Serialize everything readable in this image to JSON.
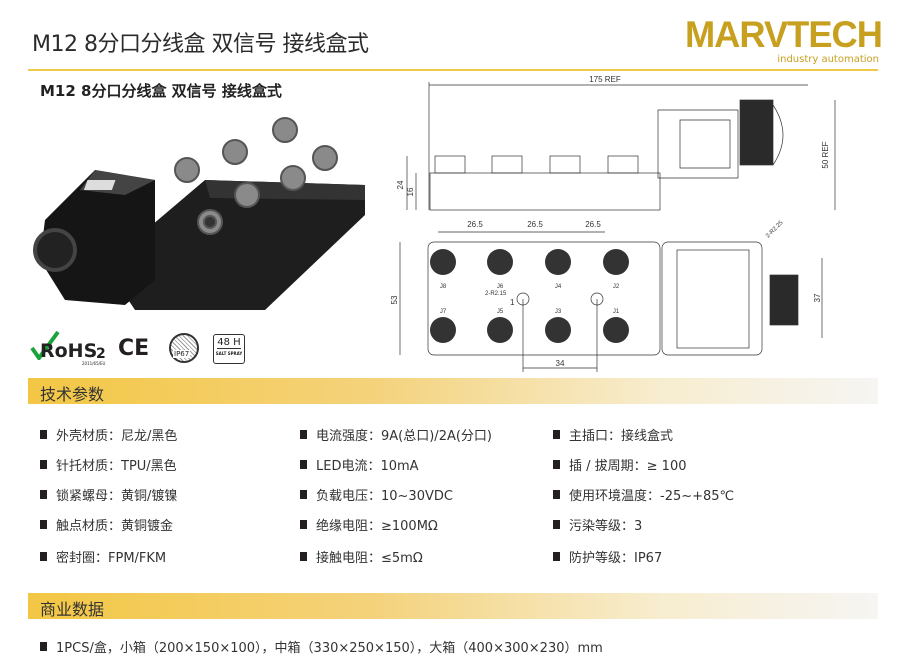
{
  "header": {
    "title": "M12 8分口分线盒 双信号 接线盒式",
    "logo_brand": "MARVTECH",
    "logo_tagline": "industry automation"
  },
  "product": {
    "subtitle": "M12 8分口分线盒 双信号 接线盒式"
  },
  "certifications": {
    "rohs": "RoHS",
    "rohs_sub": "2",
    "rohs_note": "2011/65/EU",
    "ce": "CE",
    "ip": "IP67",
    "salt_hours": "48 H",
    "salt_label": "SALT SPRAY"
  },
  "drawing": {
    "length": "175 REF",
    "height": "50 REF",
    "h24": "24",
    "h16": "16",
    "pitch": [
      "26.5",
      "26.5",
      "26.5"
    ],
    "width": "53",
    "gland": "37",
    "hole_pitch": "34",
    "holes_r": "2-R2.15",
    "mount_r": "2-R2.25",
    "pin1": "1",
    "ports_top": [
      "J8",
      "J6",
      "J4",
      "J2"
    ],
    "ports_bottom": [
      "J7",
      "J5",
      "J3",
      "J1"
    ]
  },
  "tech": {
    "heading": "技术参数",
    "specs": [
      [
        "外壳材质：尼龙/黑色",
        "电流强度：9A(总口)/2A(分口)",
        "主插口：接线盒式"
      ],
      [
        "针托材质：TPU/黑色",
        "LED电流：10mA",
        "插 / 拔周期：≥ 100"
      ],
      [
        "锁紧螺母：黄铜/镀镍",
        "负载电压：10~30VDC",
        "使用环境温度：-25~+85℃"
      ],
      [
        "触点材质：黄铜镀金",
        "绝缘电阻：≥100MΩ",
        "污染等级：3"
      ],
      [
        "密封圈：FPM/FKM",
        "接触电阻：≤5mΩ",
        "防护等级：IP67"
      ]
    ]
  },
  "business": {
    "heading": "商业数据",
    "line": "1PCS/盒，小箱（200×150×100），中箱（330×250×150），大箱（400×300×230）mm"
  },
  "colors": {
    "gold": "#c8a020",
    "band": "#f3c744"
  }
}
